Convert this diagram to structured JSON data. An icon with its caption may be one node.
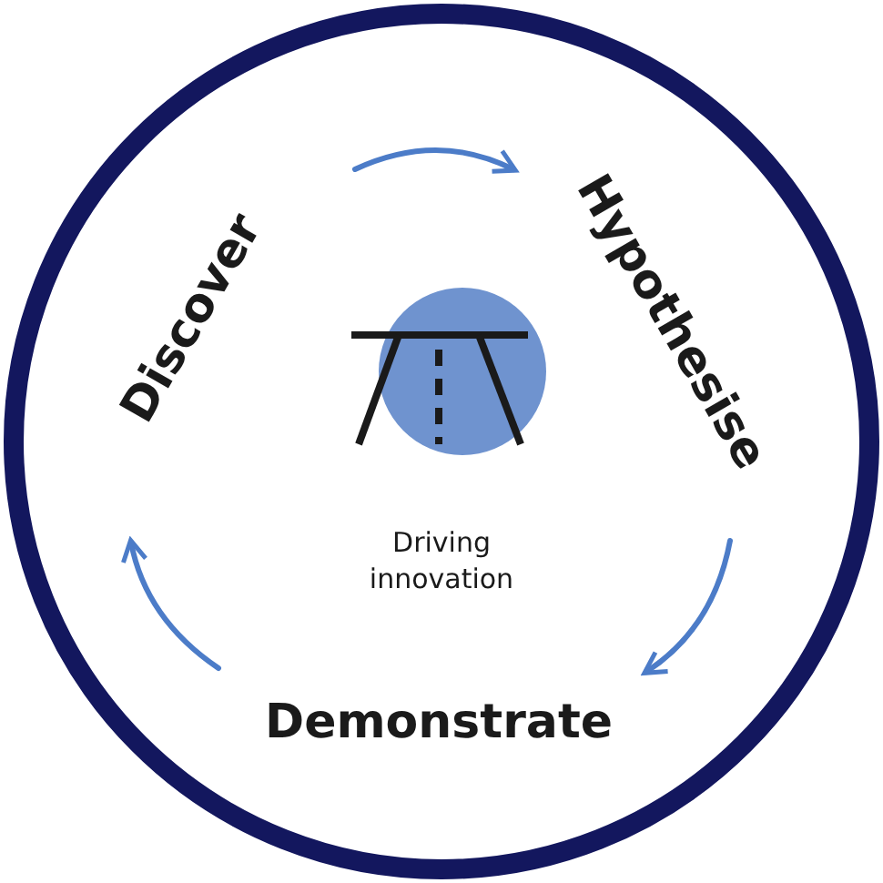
{
  "diagram": {
    "nodes": [
      {
        "text": [
          "Discover"
        ]
      },
      {
        "text": [
          "Hypothesise"
        ]
      },
      {
        "text": [
          "Demonstrate"
        ]
      }
    ],
    "edges": [
      {
        "from": 0,
        "to": 1,
        "arrow": "to"
      },
      {
        "from": 1,
        "to": 2,
        "arrow": "to"
      },
      {
        "from": 2,
        "to": 0,
        "arrow": "to"
      }
    ],
    "labels": [
      "Driving innovation"
    ]
  }
}
